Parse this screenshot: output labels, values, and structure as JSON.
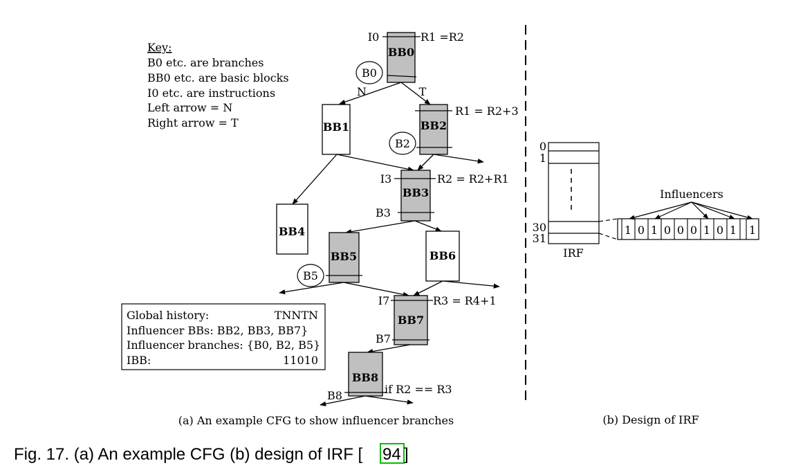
{
  "colors": {
    "shaded": "#c0c0c0",
    "line": "#000000",
    "link_border": "#00c000"
  },
  "key": {
    "title": "Key:",
    "lines": [
      "B0 etc. are branches",
      "BB0 etc. are basic blocks",
      "I0 etc. are instructions",
      "Left arrow = N",
      "Right arrow = T"
    ]
  },
  "blocks": {
    "bb0": "BB0",
    "bb1": "BB1",
    "bb2": "BB2",
    "bb3": "BB3",
    "bb4": "BB4",
    "bb5": "BB5",
    "bb6": "BB6",
    "bb7": "BB7",
    "bb8": "BB8"
  },
  "branches": {
    "b0": "B0",
    "b2": "B2",
    "b3": "B3",
    "b5": "B5",
    "b7": "B7",
    "b8": "B8"
  },
  "instructions": {
    "i0": "I0",
    "i3": "I3",
    "i7": "I7"
  },
  "code": {
    "bb0": "R1 =R2",
    "bb2": "R1 = R2+3",
    "bb3": "R2 = R2+R1",
    "bb7": "R3 = R4+1",
    "bb8": "if R2 == R3"
  },
  "edge_labels": {
    "n": "N",
    "t": "T"
  },
  "info_box": {
    "rows": [
      {
        "label": "Global history:",
        "value": "TNNTN"
      },
      {
        "label": "Influencer BBs:  BB2, BB3, BB7}",
        "value": ""
      },
      {
        "label": "Influencer branches: {B0, B2, B5}",
        "value": ""
      },
      {
        "label": "IBB:",
        "value": "11010"
      }
    ]
  },
  "irf": {
    "row_labels": [
      "0",
      "1",
      "30",
      "31"
    ],
    "name": "IRF",
    "influencers_label": "Influencers",
    "bits": [
      "1",
      "0",
      "1",
      "0",
      "0",
      "0",
      "1",
      "0",
      "1",
      "1"
    ]
  },
  "captions": {
    "a": "(a) An example CFG to show influencer branches",
    "b": "(b) Design of IRF"
  },
  "figure": {
    "caption_prefix": "Fig. 17.  (a) An example CFG (b) design of IRF [",
    "ref": "94",
    "caption_suffix": "]"
  }
}
